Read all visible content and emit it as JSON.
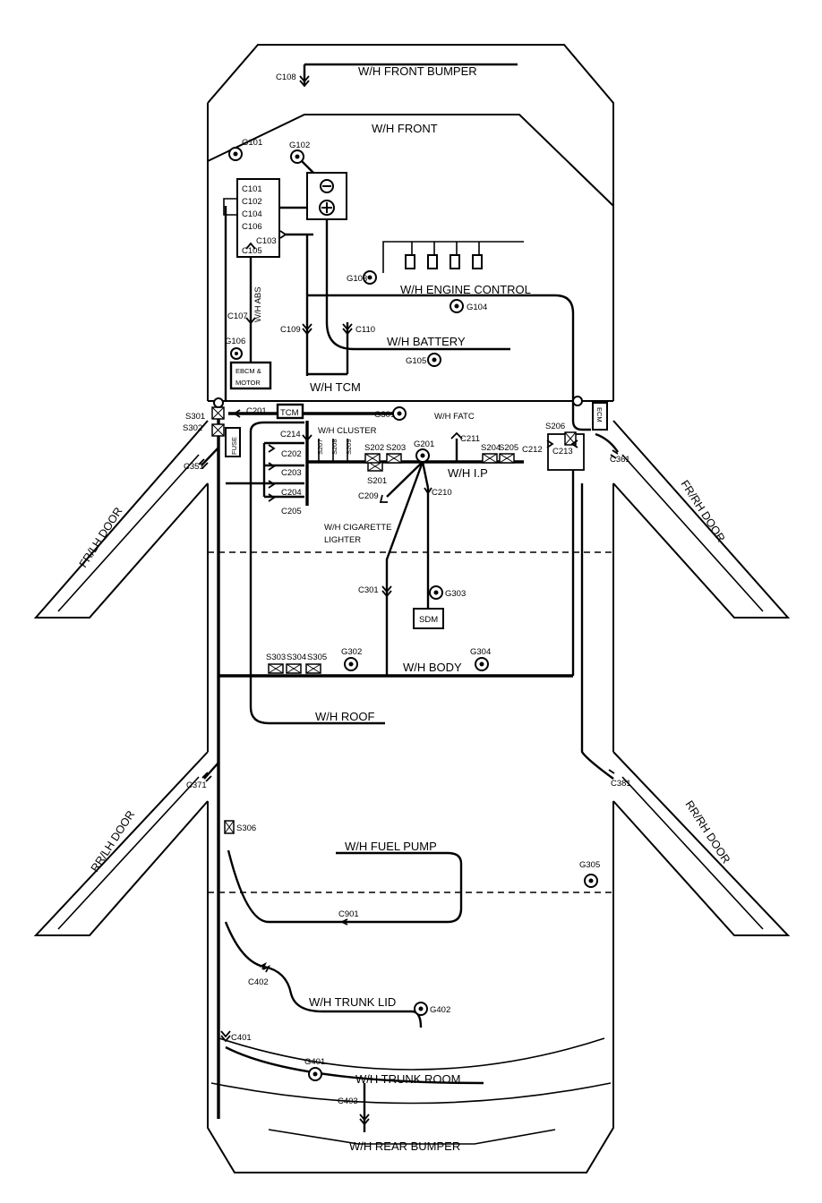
{
  "harnesses": {
    "front_bumper": "W/H FRONT BUMPER",
    "front": "W/H FRONT",
    "engine_control": "W/H  ENGINE  CONTROL",
    "battery": "W/H  BATTERY",
    "tcm": "W/H  TCM",
    "abs": "W/H ABS",
    "fatc": "W/H FATC",
    "cluster": "W/H CLUSTER",
    "ip": "W/H  I.P",
    "cigarette_line1": "W/H CIGARETTE",
    "cigarette_line2": "LIGHTER",
    "body": "W/H  BODY",
    "roof": "W/H  ROOF",
    "fuel_pump": "W/H  FUEL PUMP",
    "trunk_lid": "W/H  TRUNK LID",
    "trunk_room": "W/H  TRUNK ROOM",
    "rear_bumper": "W/H REAR BUMPER"
  },
  "doors": {
    "fr_lh": "FR/LH DOOR",
    "fr_rh": "FR/RH DOOR",
    "rr_lh": "RR/LH DOOR",
    "rr_rh": "RR/RH DOOR"
  },
  "components": {
    "ebcm": "EBCM &",
    "motor": "MOTOR",
    "tcm": "TCM",
    "fuse": "FUSE",
    "ecm": "ECM",
    "sdm": "SDM"
  },
  "relay_connectors": [
    "C101",
    "C102",
    "C104",
    "C106",
    "C105"
  ],
  "connectors": {
    "c103": "C103",
    "c107": "C107",
    "c108": "C108",
    "c109": "C109",
    "c110": "C110",
    "c201": "C201",
    "c202": "C202",
    "c203": "C203",
    "c204": "C204",
    "c205": "C205",
    "c209": "C209",
    "c210": "C210",
    "c211": "C211",
    "c212": "C212",
    "c213": "C213",
    "c214": "C214",
    "c301": "C301",
    "c351": "C351",
    "c361": "C361",
    "c371": "C371",
    "c381": "C381",
    "c401": "C401",
    "c402": "C402",
    "c403": "C403",
    "c901": "C901"
  },
  "grounds": {
    "g101": "G101",
    "g102": "G102",
    "g103": "G103",
    "g104": "G104",
    "g105": "G105",
    "g106": "G106",
    "g201": "G201",
    "g301": "G301",
    "g302": "G302",
    "g303": "G303",
    "g304": "G304",
    "g305": "G305",
    "g401": "G401",
    "g402": "G402"
  },
  "splices": {
    "s201": "S201",
    "s202": "S202",
    "s203": "S203",
    "s204": "S204",
    "s205": "S205",
    "s206": "S206",
    "s301": "S301",
    "s302": "S302",
    "s303": "S303",
    "s304": "S304",
    "s305": "S305",
    "s306": "S306",
    "s207": "S207",
    "s208": "S208",
    "s209": "S209"
  }
}
